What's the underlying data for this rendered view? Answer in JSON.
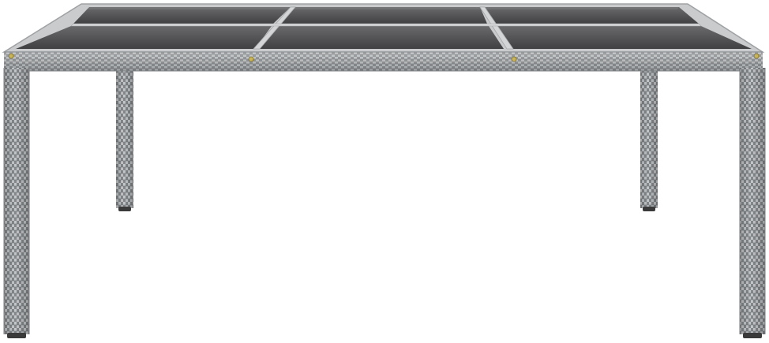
{
  "product": {
    "kind": "rattan-garden-dining-table",
    "material": "poly-rattan-with-glass-top",
    "glass_panels": 6,
    "legs": 4
  },
  "colors": {
    "background": "#ffffff",
    "rattan_light": "#b9bcbe",
    "rattan_mid": "#9a9da0",
    "rattan_dark": "#6f7275",
    "glass_light": "#5c5c5e",
    "glass_dark": "#3e3e40",
    "frame_bar": "#c9cbcc",
    "screw_gold": "#c8b45a",
    "foot_cap": "#3a3a3a"
  }
}
